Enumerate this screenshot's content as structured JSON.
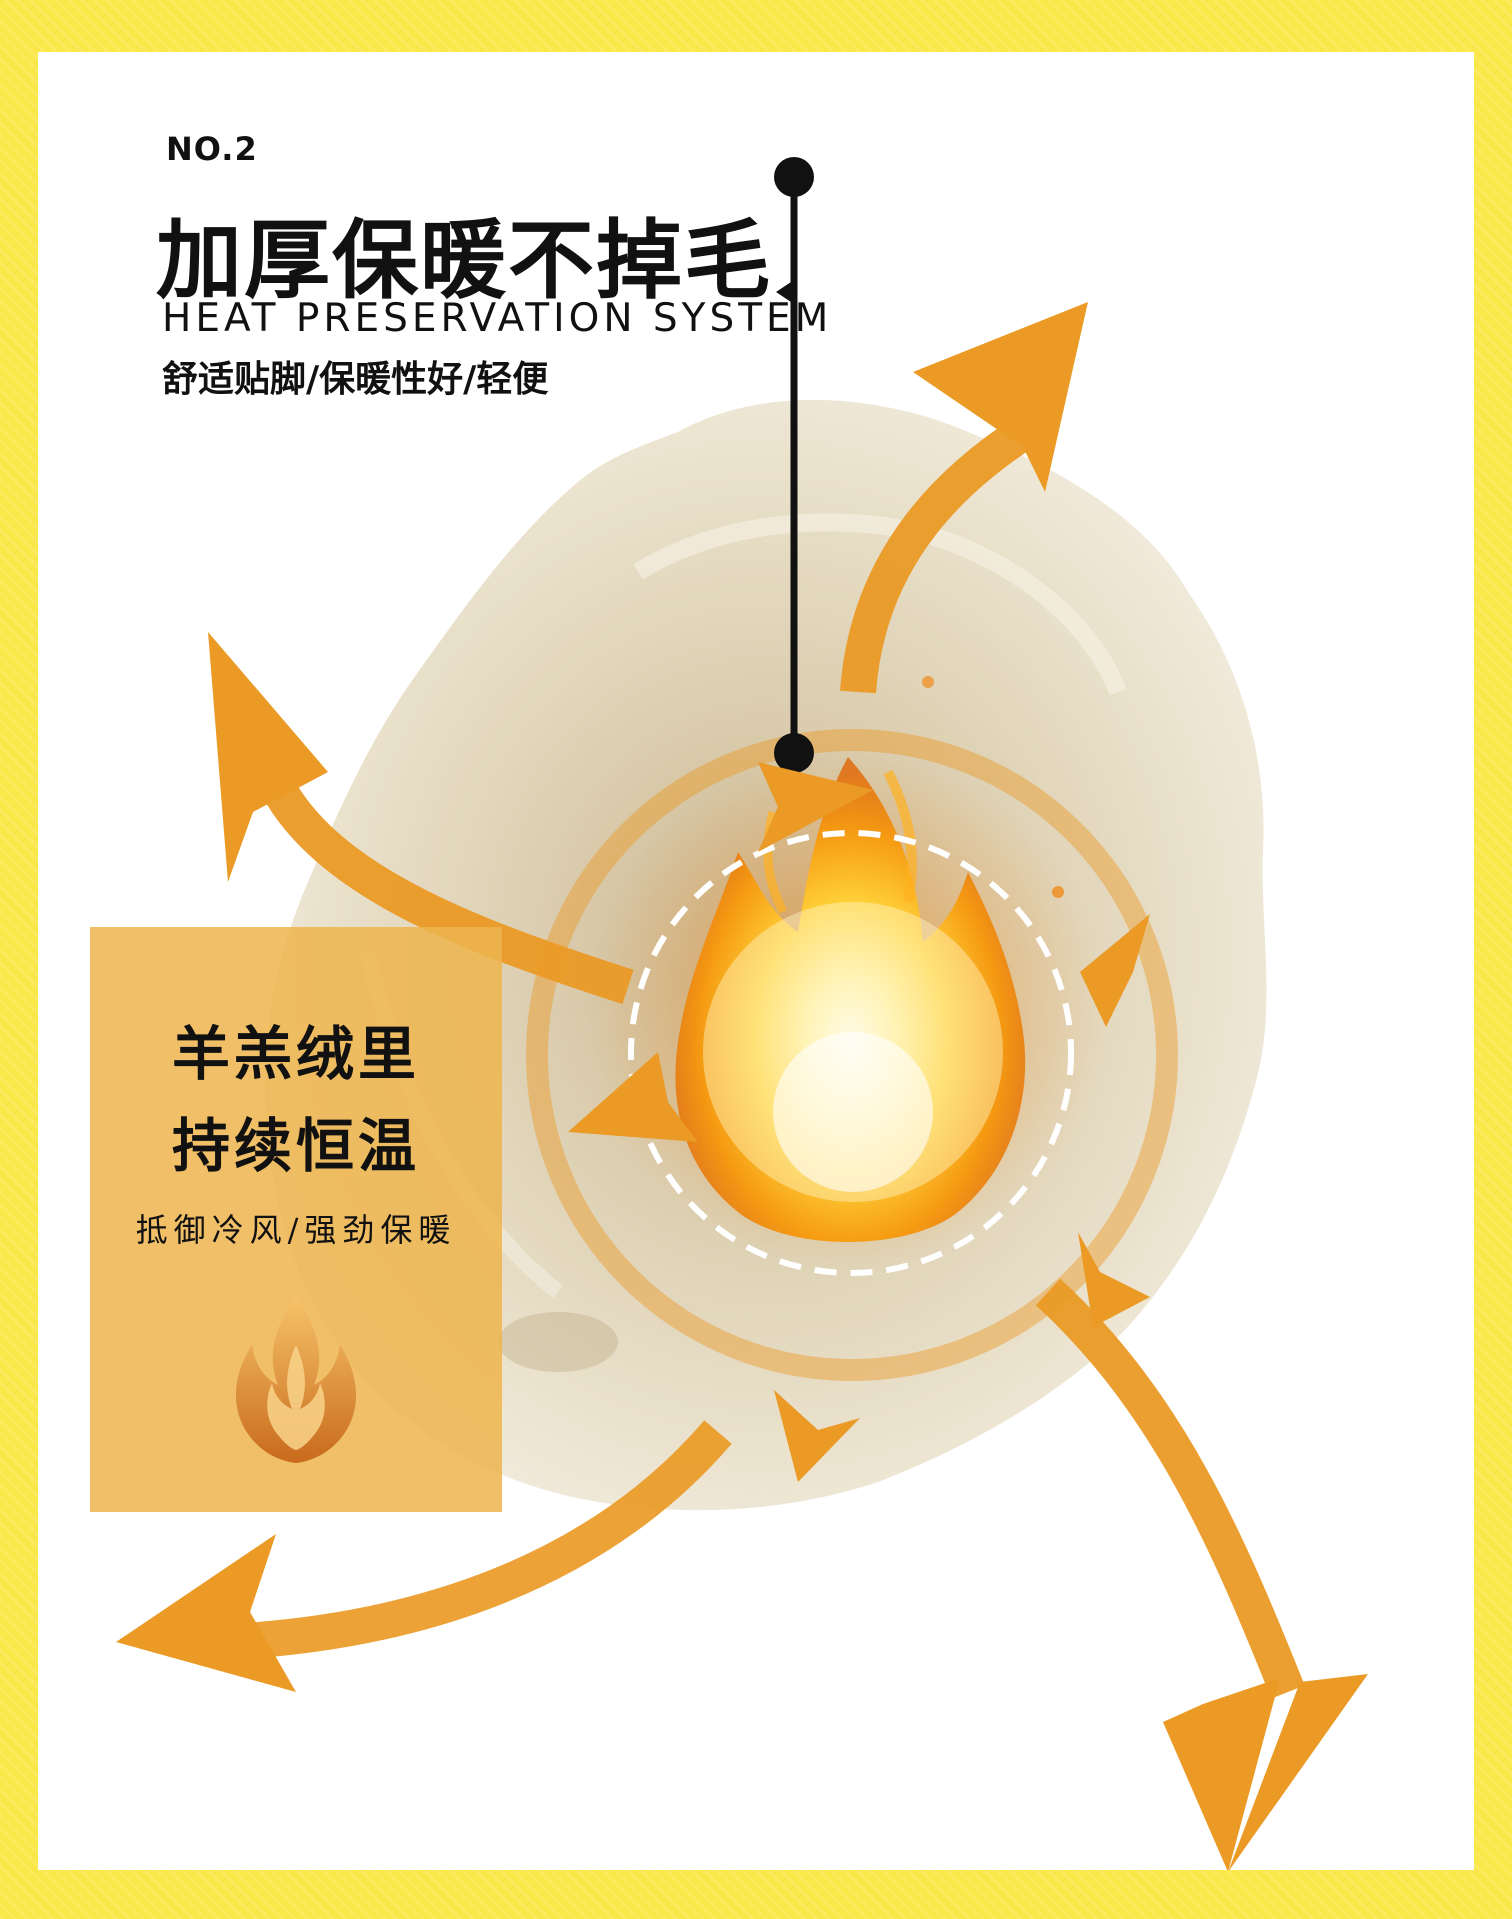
{
  "header": {
    "number": "NO.2",
    "title": "加厚保暖不掉毛",
    "subtitle_en": "HEAT PRESERVATION SYSTEM",
    "subtitle_cn": "舒适贴脚/保暖性好/轻便"
  },
  "card": {
    "line1": "羊羔绒里",
    "line2": "持续恒温",
    "line3": "抵御冷风/强劲保暖",
    "icon": "flame-icon"
  },
  "colors": {
    "frame": "#fae84a",
    "arrow": "#ea9a25",
    "card": "#eeb44e",
    "fleece": "#ebe2cc",
    "flame": "#ffb020"
  }
}
